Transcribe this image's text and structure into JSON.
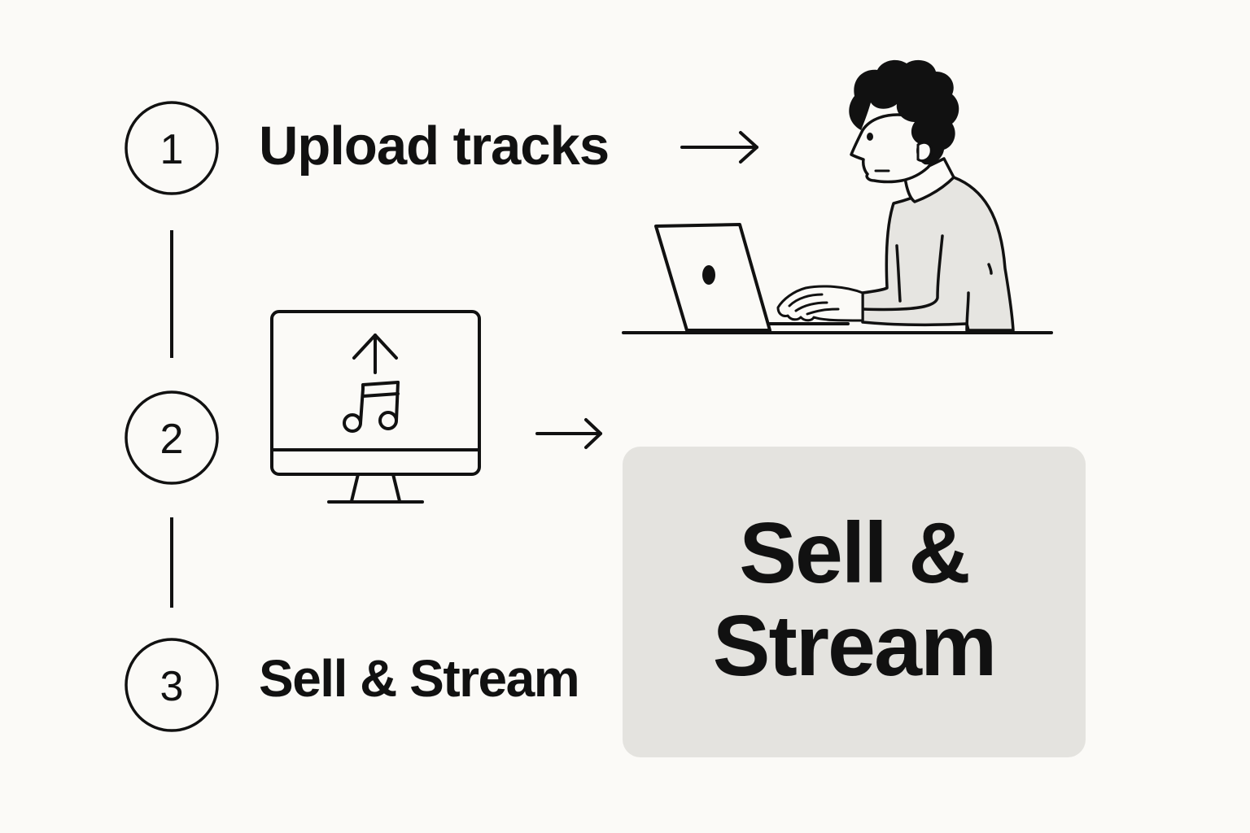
{
  "colors": {
    "background": "#fbfaf7",
    "ink": "#111111",
    "panel": "#e4e3df",
    "shirt": "#e6e5e1"
  },
  "steps": [
    {
      "number": "1",
      "label": "Upload tracks"
    },
    {
      "number": "2"
    },
    {
      "number": "3",
      "label": "Sell & Stream"
    }
  ],
  "panel": {
    "text": "Sell &\nStream"
  },
  "icons": {
    "monitor": "desktop-monitor-icon",
    "upload": "upload-arrow-icon",
    "note": "music-note-icon",
    "arrow": "right-arrow-icon",
    "person": "person-using-laptop-illustration"
  }
}
